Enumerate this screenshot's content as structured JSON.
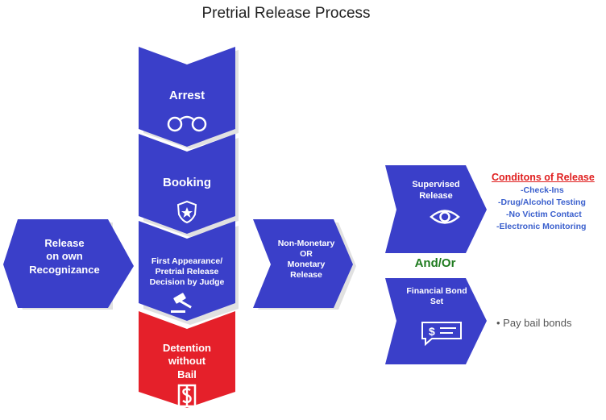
{
  "title": "Pretrial Release Process",
  "colors": {
    "blue": "#3a3fc9",
    "red": "#e5202a",
    "shadow": "#c9c9c9"
  },
  "steps": {
    "arrest": {
      "label": "Arrest",
      "icon": "handcuffs-icon"
    },
    "booking": {
      "label": "Booking",
      "icon": "police-badge-icon"
    },
    "first_appearance": {
      "label": "First Appearance/\nPretrial Release\nDecision by Judge",
      "icon": "gavel-icon"
    },
    "detention": {
      "label": "Detention\nwithout\nBail",
      "icon": "no-money-icon"
    },
    "release_own": {
      "label": "Release\non own\nRecognizance"
    },
    "non_monetary": {
      "label": "Non-Monetary\nOR\nMonetary\nRelease"
    },
    "supervised": {
      "label": "Supervised\nRelease",
      "icon": "eye-icon"
    },
    "financial_bond": {
      "label": "Financial Bond\nSet",
      "icon": "payment-chat-icon"
    }
  },
  "conditions": {
    "title": "Conditons of Release",
    "items": [
      "-Check-Ins",
      "-Drug/Alcohol Testing",
      "-No Victim Contact",
      "-Electronic Monitoring"
    ]
  },
  "and_or": "And/Or",
  "bail_note": "• Pay bail bonds"
}
